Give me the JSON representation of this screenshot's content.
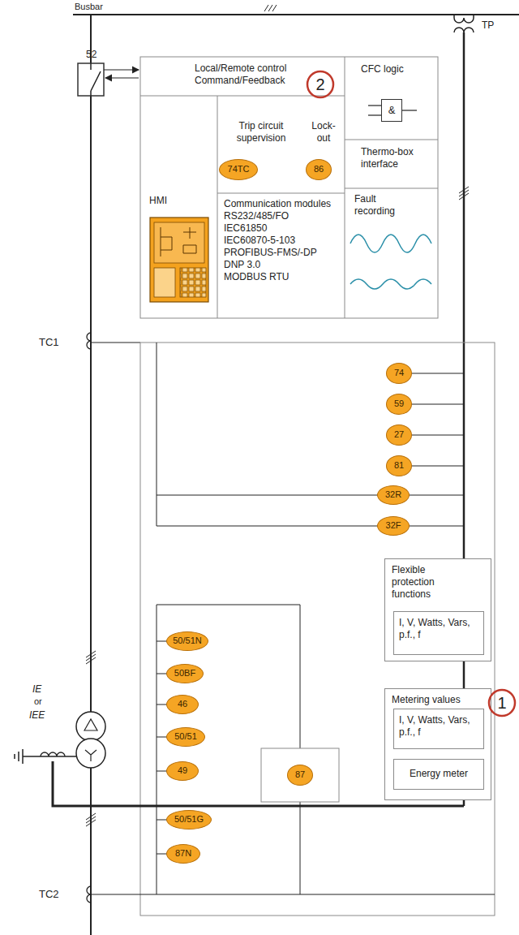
{
  "diagram": {
    "nodes": [
      {
        "text": [
          "Local/Remote control Command/Feedback"
        ]
      },
      {
        "text": [
          "CFC logic"
        ]
      },
      {
        "text": [
          "&"
        ],
        "in": 1
      },
      {
        "text": [
          "HMI"
        ]
      },
      {
        "text": [
          "Trip circuit supervision",
          "Lock-out"
        ]
      },
      {
        "text": [
          "74TC"
        ],
        "in": 4
      },
      {
        "text": [
          "86"
        ],
        "in": 4
      },
      {
        "text": [
          "Thermo-box interface"
        ]
      },
      {
        "text": [
          "Communication modules",
          "RS232/485/FO",
          "IEC61850",
          "IEC60870-5-103",
          "PROFIBUS-FMS/-DP",
          "DNP 3.0",
          "MODBUS RTU"
        ]
      },
      {
        "text": [
          "Fault recording"
        ]
      },
      {
        "text": [
          "74"
        ]
      },
      {
        "text": [
          "59"
        ]
      },
      {
        "text": [
          "27"
        ]
      },
      {
        "text": [
          "81"
        ]
      },
      {
        "text": [
          "32R"
        ]
      },
      {
        "text": [
          "32F"
        ]
      },
      {
        "text": [
          "Flexible protection functions"
        ]
      },
      {
        "text": [
          "I, V, Watts, Vars, p.f., f"
        ],
        "in": 16
      },
      {
        "text": [
          "Metering values"
        ]
      },
      {
        "text": [
          "I, V, Watts, Vars, p.f., f"
        ],
        "in": 18
      },
      {
        "text": [
          "Energy meter"
        ],
        "in": 18
      },
      {
        "text": [
          "50/51N"
        ]
      },
      {
        "text": [
          "50BF"
        ]
      },
      {
        "text": [
          "46"
        ]
      },
      {
        "text": [
          "50/51"
        ]
      },
      {
        "text": [
          "49"
        ]
      },
      {
        "text": [
          "87"
        ]
      },
      {
        "text": [
          "50/51G"
        ]
      },
      {
        "text": [
          "87N"
        ]
      }
    ],
    "labels": [
      "Busbar",
      "TP",
      "52",
      "2",
      "TC1",
      "IE",
      "or",
      "IEE",
      "1",
      "TC2"
    ]
  }
}
